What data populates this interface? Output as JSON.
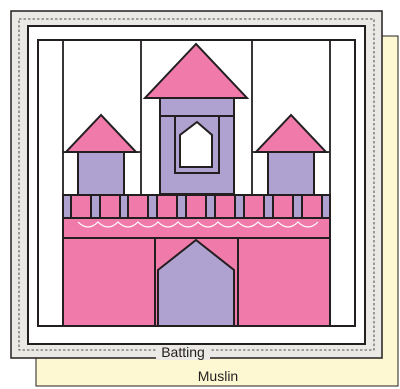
{
  "layers": {
    "batting_label": "Batting",
    "muslin_label": "Muslin"
  },
  "colors": {
    "muslin": "#fdf8d2",
    "batting": "#ebe9e5",
    "outline": "#231f20",
    "quilt_top": "#ffffff",
    "pink": "#f07aaa",
    "lavender": "#b0a2d0"
  },
  "castle": {
    "windows": 1,
    "towers": 3,
    "merlons": 9,
    "arches": 7,
    "door": 1
  }
}
